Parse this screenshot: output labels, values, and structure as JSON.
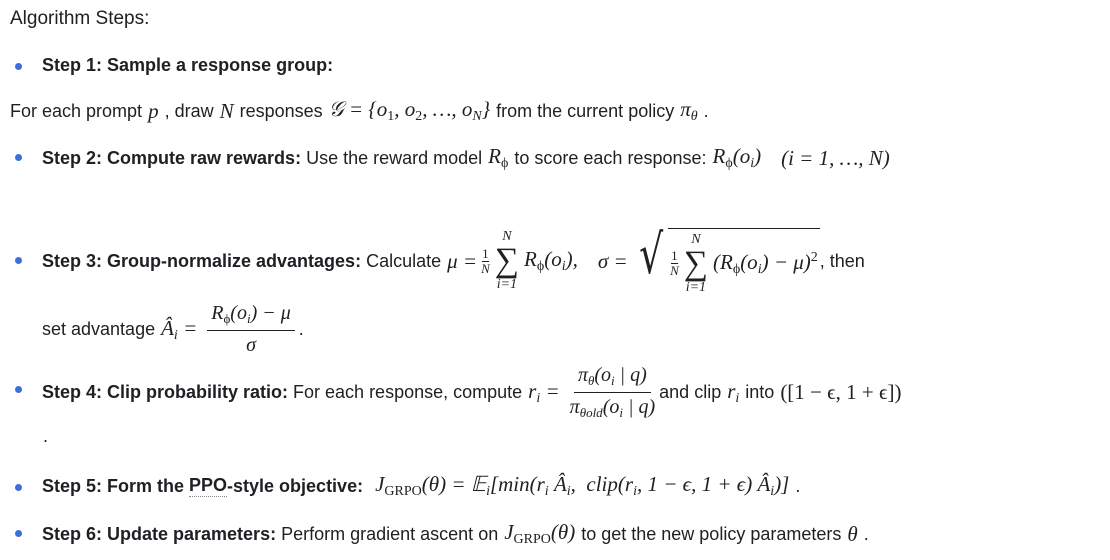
{
  "title": "Algorithm Steps:",
  "accent": "#3b6fe0",
  "step1": {
    "label": "Step 1: Sample a response group:"
  },
  "para": {
    "t1": "For each prompt",
    "p": "p",
    "t2": ", draw",
    "N": "N",
    "t3": "responses",
    "set": "𝒢 = {o_{1}, o_{2}, …, o_{N}}",
    "t4": "from the current policy",
    "pi": "π_{θ}",
    "end": "."
  },
  "step2": {
    "label": "Step 2: Compute raw rewards:",
    "t1": "Use the reward model",
    "R": "R_{ϕ}",
    "t2": "to score each response:",
    "expr": "R_{ϕ}(o_{i})",
    "range": "(i = 1, …, N)"
  },
  "step3": {
    "label": "Step 3: Group-normalize advantages:",
    "t1": "Calculate",
    "mu_lhs": "μ =",
    "one": "1",
    "N": "N",
    "sum_top": "N",
    "sum_bot": "i=1",
    "mu_body": "R_{ϕ}(o_{i}),",
    "sigma_lhs": "σ =",
    "sigma_body": "(R_{ϕ}(o_{i}) − μ)^{2}",
    "t2": ", then",
    "t3": "set advantage",
    "adv_lhs": "Â_{i} =",
    "adv_num": "R_{ϕ}(o_{i}) − μ",
    "adv_den": "σ",
    "end": "."
  },
  "step4": {
    "label": "Step 4: Clip probability ratio:",
    "t1": "For each response, compute",
    "r_lhs": "r_{i} =",
    "num": "π_{θ}(o_{i} | q)",
    "den": "π_{θold}(o_{i} | q)",
    "t2": "and clip",
    "r": "r_{i}",
    "t3": "into",
    "interval": "([1 − ϵ, 1 + ϵ])",
    "end": "."
  },
  "step5": {
    "label_a": "Step 5: Form the ",
    "label_ppo": "PPO",
    "label_b": "-style objective:",
    "expr": "J_{GRPO}(θ) = 𝔼_{i}[min(r_{i} Â_{i},  clip(r_{i}, 1 − ϵ, 1 + ϵ) Â_{i})]",
    "end": "."
  },
  "step6": {
    "label": "Step 6: Update parameters:",
    "t1": "Perform gradient ascent on",
    "J": "J_{GRPO}(θ)",
    "t2": "to get the new policy parameters",
    "theta": "θ",
    "end": "."
  }
}
